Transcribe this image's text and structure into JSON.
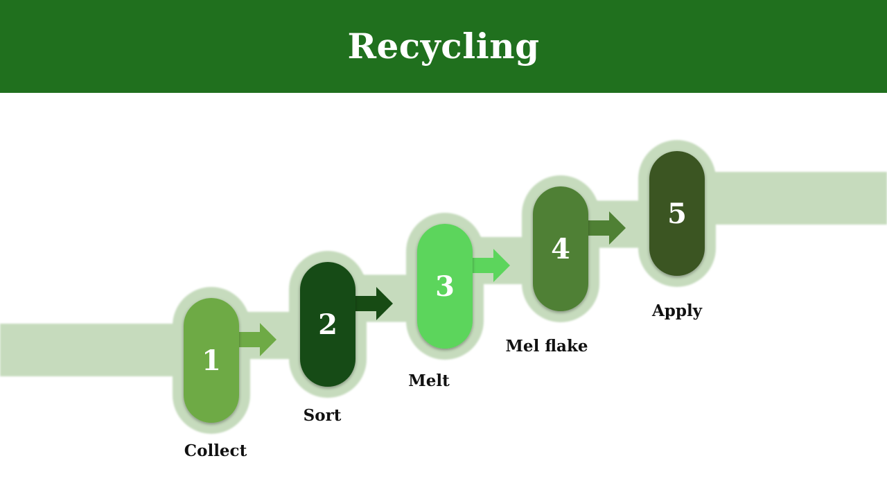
{
  "header": {
    "title": "Recycling",
    "background_color": "#20701e"
  },
  "diagram": {
    "type": "staircase-process",
    "band_color": "#c6dbbd",
    "steps": [
      {
        "number": "1",
        "label": "Collect",
        "color": "#6eaa45"
      },
      {
        "number": "2",
        "label": "Sort",
        "color": "#174b14"
      },
      {
        "number": "3",
        "label": "Melt",
        "color": "#5cd55c"
      },
      {
        "number": "4",
        "label": "Mel flake",
        "color": "#4f8034"
      },
      {
        "number": "5",
        "label": "Apply",
        "color": "#3a5423"
      }
    ]
  }
}
